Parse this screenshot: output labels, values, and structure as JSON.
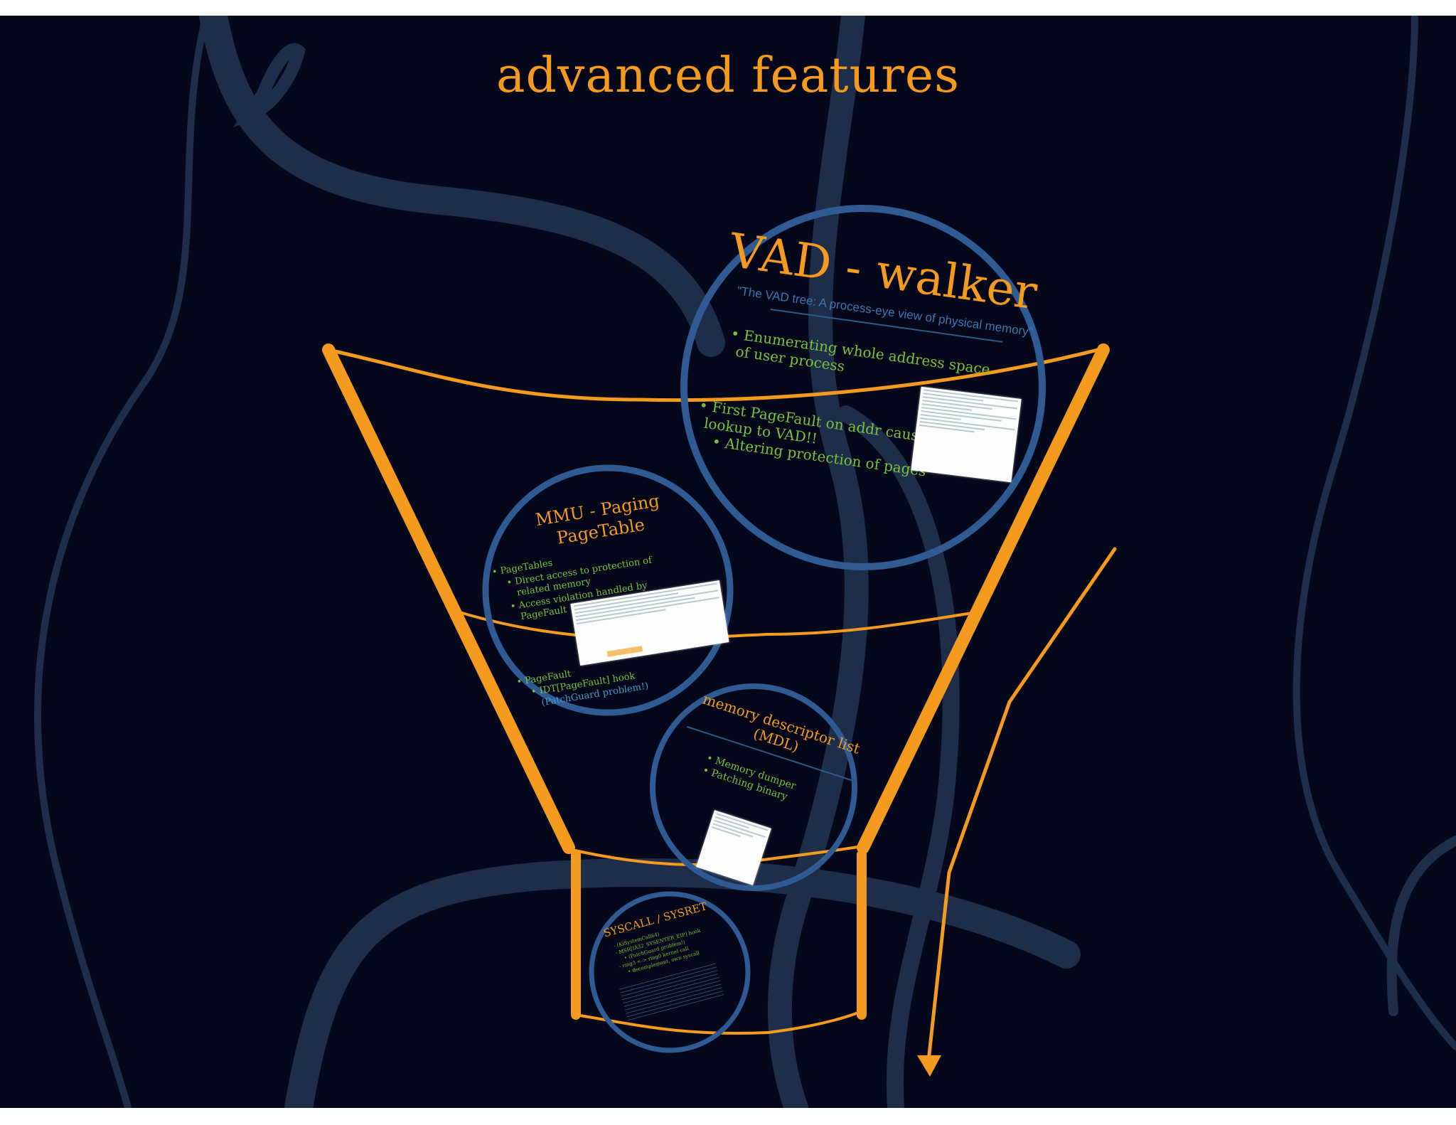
{
  "title": "advanced features",
  "colors": {
    "accent": "#f39a1f",
    "ring": "#2f5a92",
    "bullet": "#78c23a",
    "background": "#05071a"
  },
  "vad": {
    "title": "VAD - walker",
    "citation": "\"The VAD tree: A process-eye view of physical memory\"",
    "bullets": [
      "• Enumerating whole address space",
      "of user process",
      "• First PageFault on addr cause",
      "lookup to VAD!!",
      "• Altering protection of pages"
    ]
  },
  "mmu": {
    "title_line1": "MMU - Paging",
    "title_line2": "PageTable",
    "bullets": [
      "• PageTables",
      "• Direct access to protection of",
      "related memory",
      "• Access violation handled by",
      "PageFault",
      "• PageFault",
      "• IDT[PageFault] hook",
      "(PatchGuard problem!)"
    ]
  },
  "mdl": {
    "title_line1": "memory descriptor list",
    "title_line2": "(MDL)",
    "bullets": [
      "• Memory dumper",
      "• Patching binary"
    ]
  },
  "syscall": {
    "title": "SYSCALL / SYSRET",
    "bullets": [
      "- (KiSystemCall64)",
      "- MSR[IA32_SYSENTER_EIP] hook",
      "• (PatchGuard problem!)",
      "- ring3 <-> ring0 kernel call",
      "• decomplement, own syscall"
    ]
  }
}
